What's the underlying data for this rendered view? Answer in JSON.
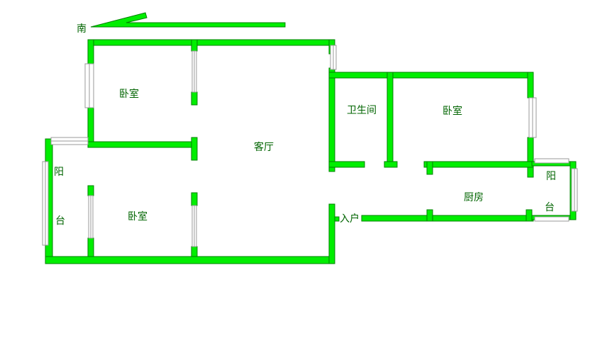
{
  "compass": {
    "label": "南"
  },
  "rooms": {
    "bedroom_top_left": "卧室",
    "bedroom_bottom_left": "卧室",
    "living_room": "客厅",
    "bathroom": "卫生间",
    "bedroom_right": "卧室",
    "kitchen": "厨房",
    "entrance": "入户"
  },
  "balcony_left": {
    "char1": "阳",
    "char2": "台"
  },
  "balcony_right": {
    "char1": "阳",
    "char2": "台"
  },
  "colors": {
    "wall_fill": "#00ee00",
    "wall_stroke": "#008000",
    "label": "#006400"
  }
}
